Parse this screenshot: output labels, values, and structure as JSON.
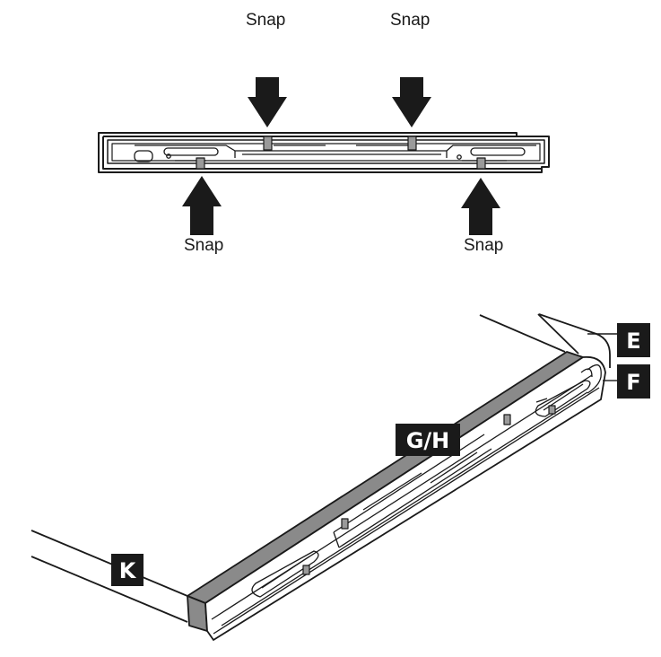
{
  "top_view": {
    "snap_labels": [
      "Snap",
      "Snap",
      "Snap",
      "Snap"
    ]
  },
  "perspective_view": {
    "callouts": [
      "E",
      "F",
      "G/H",
      "K"
    ]
  },
  "colors": {
    "line": "#1a1a1a",
    "rail_face": "#8a8a8a",
    "tab": "#9a9a9a",
    "tag_bg": "#1a1a1a",
    "tag_text": "#ffffff"
  }
}
